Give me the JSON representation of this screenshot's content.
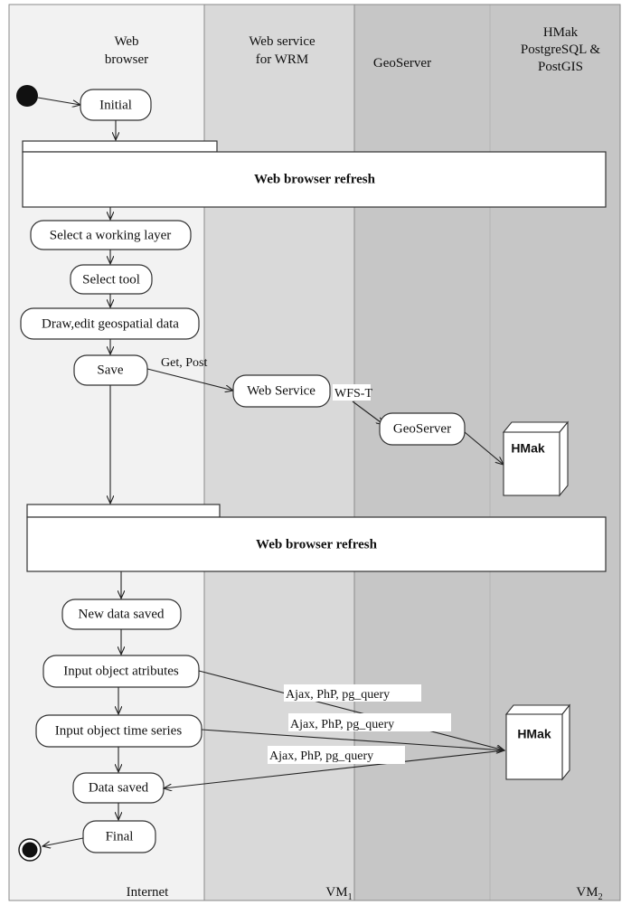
{
  "lanes": {
    "web_browser": "Web\nbrowser",
    "web_service": "Web service\nfor WRM",
    "geoserver": "GeoServer",
    "hmak_db": "HMak\nPostgreSQL &\nPostGIS"
  },
  "footers": {
    "internet": "Internet",
    "vm1": "VM",
    "vm1_sub": "1",
    "vm2": "VM",
    "vm2_sub": "2"
  },
  "activities": {
    "initial": "Initial",
    "refresh_1": "Web browser refresh",
    "select_layer": "Select a working layer",
    "select_tool": "Select tool",
    "draw_edit": "Draw,edit geospatial data",
    "save": "Save",
    "web_service": "Web Service",
    "geoserver": "GeoServer",
    "refresh_2": "Web browser refresh",
    "new_data_saved": "New data saved",
    "input_attributes": "Input object atributes",
    "input_time_series": "Input object time series",
    "data_saved": "Data saved",
    "final": "Final"
  },
  "edges": {
    "get_post": "Get, Post",
    "wfs_t": "WFS-T",
    "ajax_1": "Ajax, PhP, pg_query",
    "ajax_2": "Ajax, PhP, pg_query",
    "ajax_3": "Ajax, PhP, pg_query"
  },
  "databases": {
    "hmak_1": "HMak",
    "hmak_2": "HMak"
  },
  "colors": {
    "lane_browser": "#f2f2f2",
    "lane_service": "#d9d9d9",
    "lane_geoserver": "#c6c6c6",
    "lane_db": "#c6c6c6",
    "lane_border": "#8a8a8a"
  }
}
